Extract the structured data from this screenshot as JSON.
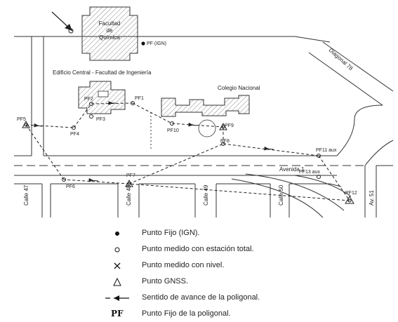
{
  "map": {
    "labels": {
      "facultad_quimica": [
        "Facultad",
        "de",
        "Química"
      ],
      "pf_ign": "PF (IGN)",
      "diagonal": "Diagonal 78",
      "edificio_central": "Edificio Central - Facultad de Ingeniería",
      "colegio": "Colegio Nacional",
      "avenida1": "Avenida 1",
      "calle47": "Calle 47",
      "calle48": "Calle 48",
      "calle49": "Calle 49",
      "calle50": "Calle 50",
      "av51": "Av. 51"
    },
    "points": {
      "pf1": "PF1",
      "pf2": "PF2",
      "pf3": "PF3",
      "pf4": "PF4",
      "pf5": "PF5",
      "pf6": "PF6",
      "pf7": "PF7",
      "pf8": "PF8",
      "pf9": "PF9",
      "pf10": "PF10",
      "pf11": "PF11 aux",
      "pf12": "PF12",
      "pf13": "PF13 aux"
    }
  },
  "legend": {
    "symbol_pf": "PF",
    "items": [
      "Punto Fijo (IGN).",
      "Punto medido con estación total.",
      "Punto medido con nivel.",
      "Punto GNSS.",
      "Sentido de avance de la poligonal.",
      "Punto Fijo de la poligonal."
    ]
  }
}
